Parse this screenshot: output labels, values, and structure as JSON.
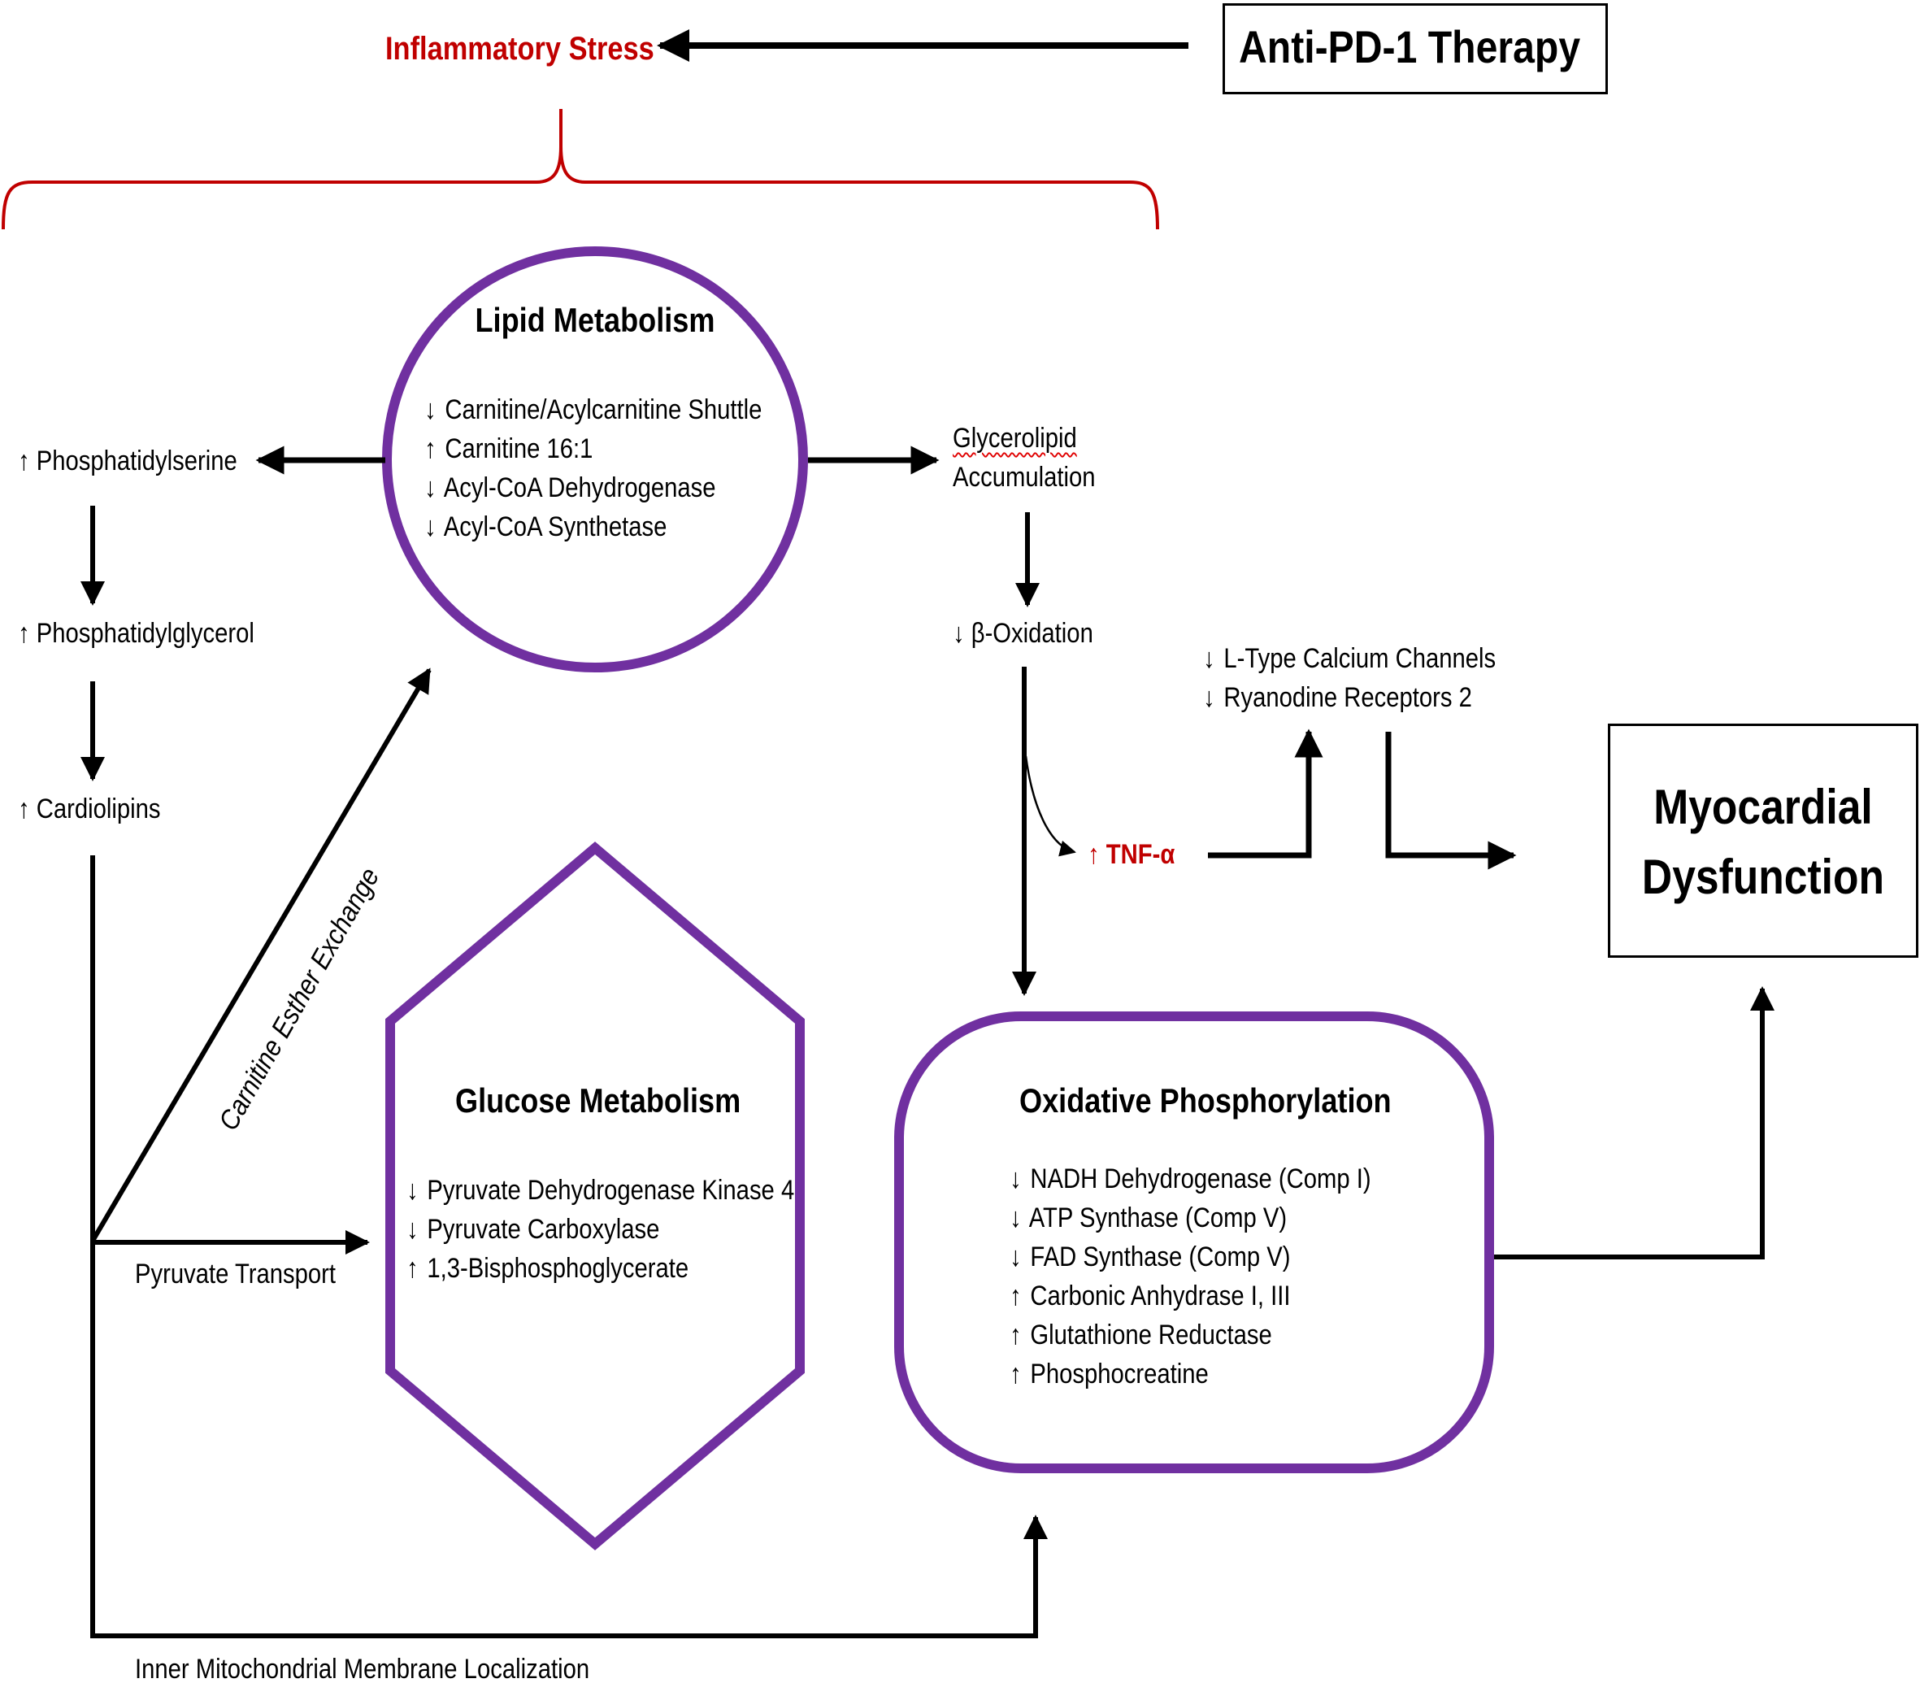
{
  "colors": {
    "accent_red": "#c00000",
    "shape_purple": "#7030a0",
    "line": "#000000"
  },
  "header": {
    "inflammatory_stress": "Inflammatory Stress",
    "therapy": "Anti-PD-1 Therapy"
  },
  "lipid": {
    "title": "Lipid Metabolism",
    "items": [
      {
        "dir": "↓",
        "text": "Carnitine/Acylcarnitine Shuttle"
      },
      {
        "dir": "↑",
        "text": "Carnitine 16:1"
      },
      {
        "dir": "↓",
        "text": "Acyl-CoA Dehydrogenase"
      },
      {
        "dir": "↓",
        "text": "Acyl-CoA Synthetase"
      }
    ]
  },
  "left_chain": {
    "phosphatidylserine": "↑ Phosphatidylserine",
    "phosphatidylglycerol": "↑ Phosphatidylglycerol",
    "cardiolipins": "↑ Cardiolipins"
  },
  "right_chain": {
    "glycerolipid": "Glycerolipid",
    "accumulation": "Accumulation",
    "beta_oxidation": "↓ β-Oxidation",
    "tnf_arrow": "↑",
    "tnf": "TNF-α",
    "calcium": [
      {
        "dir": "↓",
        "text": "L-Type Calcium Channels"
      },
      {
        "dir": "↓",
        "text": "Ryanodine Receptors 2"
      }
    ]
  },
  "glucose": {
    "title": "Glucose Metabolism",
    "items": [
      {
        "dir": "↓",
        "text": "Pyruvate Dehydrogenase Kinase 4"
      },
      {
        "dir": "↓",
        "text": "Pyruvate Carboxylase"
      },
      {
        "dir": "↑",
        "text": "1,3-Bisphosphoglycerate"
      }
    ]
  },
  "oxphos": {
    "title": "Oxidative Phosphorylation",
    "items": [
      {
        "dir": "↓",
        "text": "NADH Dehydrogenase (Comp I)"
      },
      {
        "dir": "↓",
        "text": "ATP Synthase (Comp V)"
      },
      {
        "dir": "↓",
        "text": "FAD Synthase (Comp V)"
      },
      {
        "dir": "↑",
        "text": "Carbonic Anhydrase I, III"
      },
      {
        "dir": "↑",
        "text": "Glutathione Reductase"
      },
      {
        "dir": "↑",
        "text": "Phosphocreatine"
      }
    ]
  },
  "outcome": {
    "line1": "Myocardial",
    "line2": "Dysfunction"
  },
  "edge_labels": {
    "carnitine_exchange": "Carnitine Esther Exchange",
    "pyruvate_transport": "Pyruvate Transport",
    "membrane_localization": "Inner Mitochondrial Membrane Localization"
  }
}
